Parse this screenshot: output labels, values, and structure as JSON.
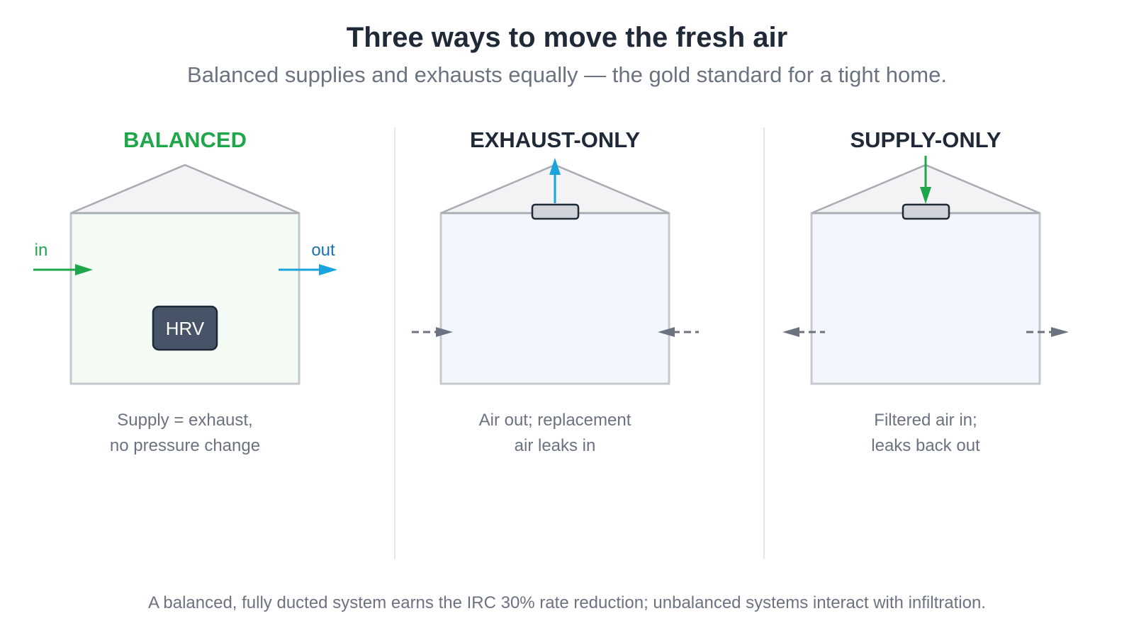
{
  "header": {
    "title": "Three ways to move the fresh air",
    "subtitle": "Balanced supplies and exhausts equally — the gold standard for a tight home."
  },
  "panels": [
    {
      "title": "BALANCED",
      "caption_lines": [
        "Supply = exhaust,",
        "no pressure change"
      ],
      "in_label": "in",
      "out_label": "out",
      "unit_label": "HRV"
    },
    {
      "title": "EXHAUST-ONLY",
      "caption_lines": [
        "Air out; replacement",
        "air leaks in"
      ]
    },
    {
      "title": "SUPPLY-ONLY",
      "caption_lines": [
        "Filtered air in;",
        "leaks back out"
      ]
    }
  ],
  "footnote": "A balanced, fully ducted system earns the IRC 30% rate reduction; unbalanced systems interact with infiltration.",
  "colors": {
    "supply_green": "#1fa64a",
    "exhaust_blue": "#1ba3de",
    "leak_gray": "#6b7280",
    "dark_text": "#1f2937",
    "hrv_box": "#475467",
    "house_outline": "#c5c8cd",
    "balanced_fill": "#f3fbf4",
    "house_fill": "#f3f6fc",
    "roof_fill": "#f3f3f5"
  }
}
